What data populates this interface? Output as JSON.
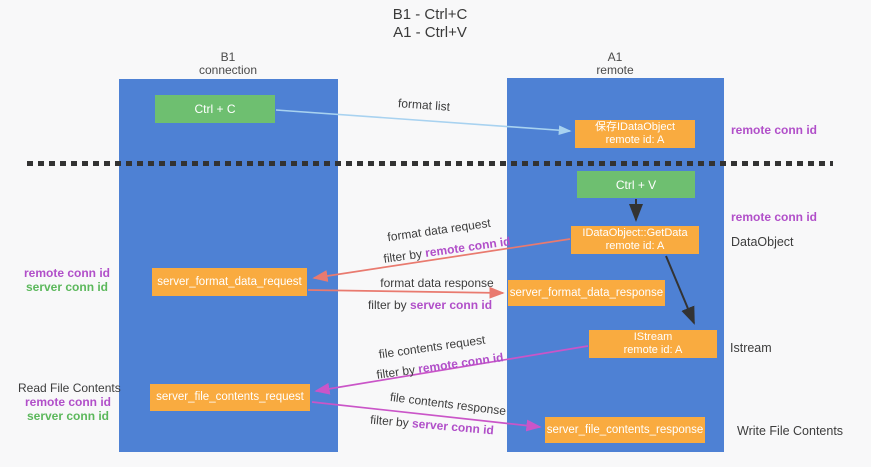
{
  "title": {
    "line1": "B1 - Ctrl+C",
    "line2": "A1 - Ctrl+V"
  },
  "lifelines": {
    "left": {
      "name": "B1",
      "subtitle": "connection"
    },
    "right": {
      "name": "A1",
      "subtitle": "remote"
    }
  },
  "boxes": {
    "ctrl_c": {
      "label": "Ctrl + C"
    },
    "ctrl_v": {
      "label": "Ctrl + V"
    },
    "saved_dataobject": {
      "line1": "保存IDataObject",
      "line2": "remote id: A"
    },
    "getdata": {
      "line1": "IDataObject::GetData",
      "line2": "remote id: A"
    },
    "istream": {
      "line1": "IStream",
      "line2": "remote id: A"
    },
    "format_request": {
      "label": "server_format_data_request"
    },
    "format_response": {
      "label": "server_format_data_response"
    },
    "file_request": {
      "label": "server_file_contents_request"
    },
    "file_response": {
      "label": "server_file_contents_response"
    }
  },
  "arrows": {
    "format_list": {
      "label": "format list"
    },
    "format_request": {
      "label": "format data request",
      "filter_prefix": "filter by ",
      "filter_key": "remote conn id"
    },
    "format_response": {
      "label": "format data response",
      "filter_prefix": "filter by ",
      "filter_key": "server conn id"
    },
    "file_request": {
      "label": "file contents request",
      "filter_prefix": "filter by ",
      "filter_key": "remote conn id"
    },
    "file_response": {
      "label": "file contents response",
      "filter_prefix": "filter by ",
      "filter_key": "server conn id"
    }
  },
  "annotations": {
    "right": {
      "remote_conn_id_top": "remote conn id",
      "remote_conn_id_mid": "remote conn id",
      "dataobject": "DataObject",
      "istream": "Istream",
      "write_file_contents": "Write File Contents"
    },
    "left": {
      "remote_conn_id_format": "remote conn id",
      "server_conn_id_format": "server conn id",
      "read_file_contents": "Read File Contents",
      "remote_conn_id_file": "remote conn id",
      "server_conn_id_file": "server conn id"
    }
  },
  "colors": {
    "lifeline_blue": "#4e81d4",
    "box_orange": "#f9ab40",
    "box_green": "#6ebf70",
    "accent_purple": "#b14fc9",
    "accent_green": "#5cb85c",
    "arrow_salmon": "#e97a6f",
    "arrow_magenta": "#ca55c8",
    "arrow_lightblue": "#a8d2f0",
    "arrow_black": "#333333"
  }
}
